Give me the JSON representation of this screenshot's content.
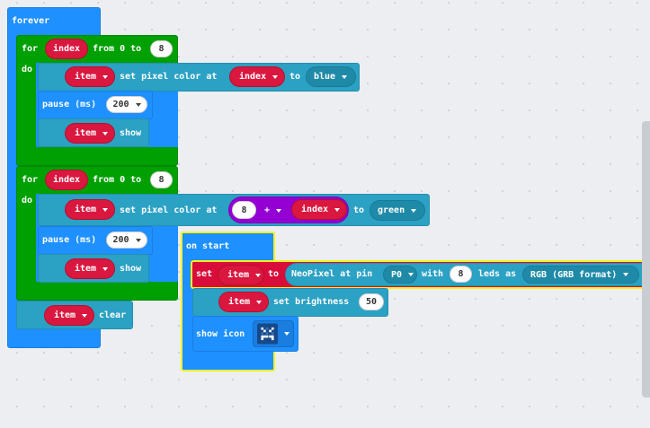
{
  "forever": {
    "header": "forever",
    "loop1": {
      "for_label": "for",
      "var": "index",
      "from_label": "from 0 to",
      "to_value": "8",
      "do_label": "do",
      "set_pixel": {
        "var": "item",
        "label": "set pixel color at",
        "index_var": "index",
        "to_label": "to",
        "color": "blue"
      },
      "pause": {
        "label": "pause (ms)",
        "value": "200"
      },
      "show": {
        "var": "item",
        "label": "show"
      }
    },
    "loop2": {
      "for_label": "for",
      "var": "index",
      "from_label": "from 0 to",
      "to_value": "8",
      "do_label": "do",
      "set_pixel": {
        "var": "item",
        "label": "set pixel color at",
        "left_value": "8",
        "operator": "+",
        "index_var": "index",
        "to_label": "to",
        "color": "green"
      },
      "pause": {
        "label": "pause (ms)",
        "value": "200"
      },
      "show": {
        "var": "item",
        "label": "show"
      }
    },
    "clear": {
      "var": "item",
      "label": "clear"
    }
  },
  "on_start": {
    "header": "on start",
    "set": {
      "set_label": "set",
      "var": "item",
      "to_label": "to",
      "neopixel_label": "NeoPixel at pin",
      "pin": "P0",
      "with_label": "with",
      "leds_value": "8",
      "leds_label": "leds as",
      "format": "RGB (GRB format)"
    },
    "brightness": {
      "var": "item",
      "label": "set brightness",
      "value": "50"
    },
    "show_icon": {
      "label": "show icon",
      "icon": "sad-face-icon"
    }
  },
  "colors": {
    "basic": "#1e90ff",
    "loops": "#00a003",
    "neopixel": "#2ba1c4",
    "variables": "#dc143c",
    "math": "#9400d3",
    "variables_header": "#d80d3a"
  }
}
